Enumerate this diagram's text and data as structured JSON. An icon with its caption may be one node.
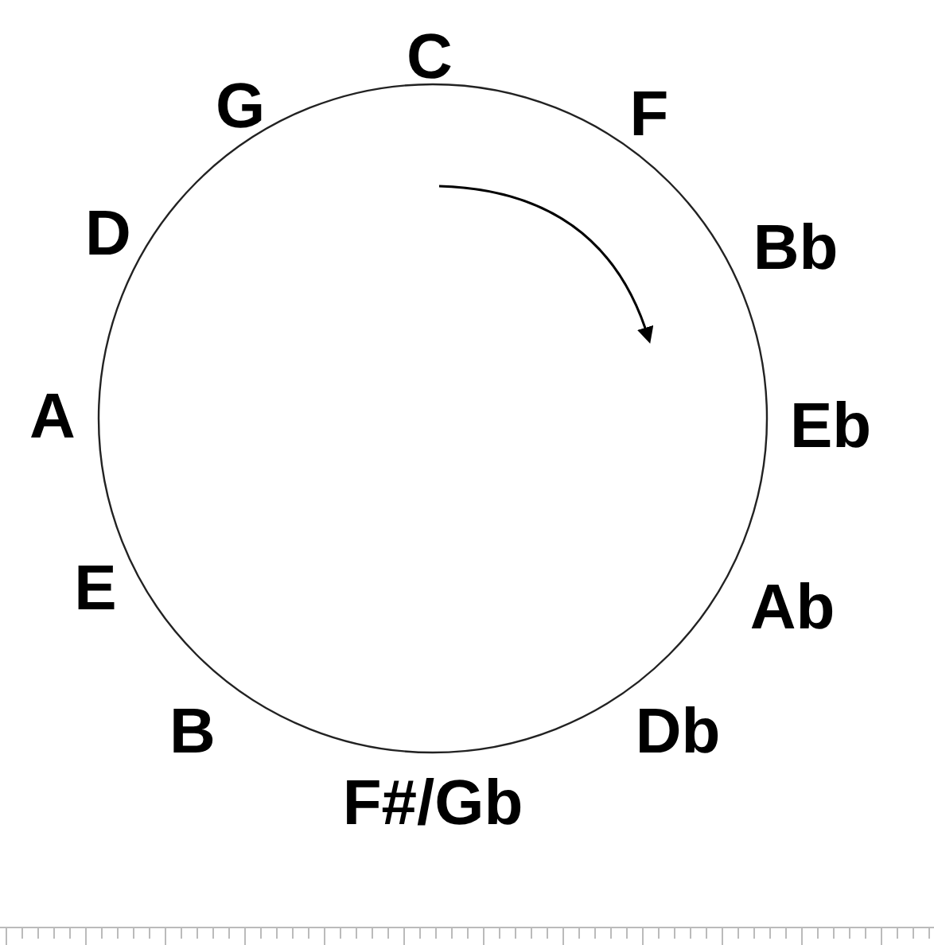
{
  "diagram": {
    "labels": [
      "C",
      "F",
      "Bb",
      "Eb",
      "Ab",
      "Db",
      "F#/Gb",
      "B",
      "E",
      "A",
      "D",
      "G"
    ]
  }
}
